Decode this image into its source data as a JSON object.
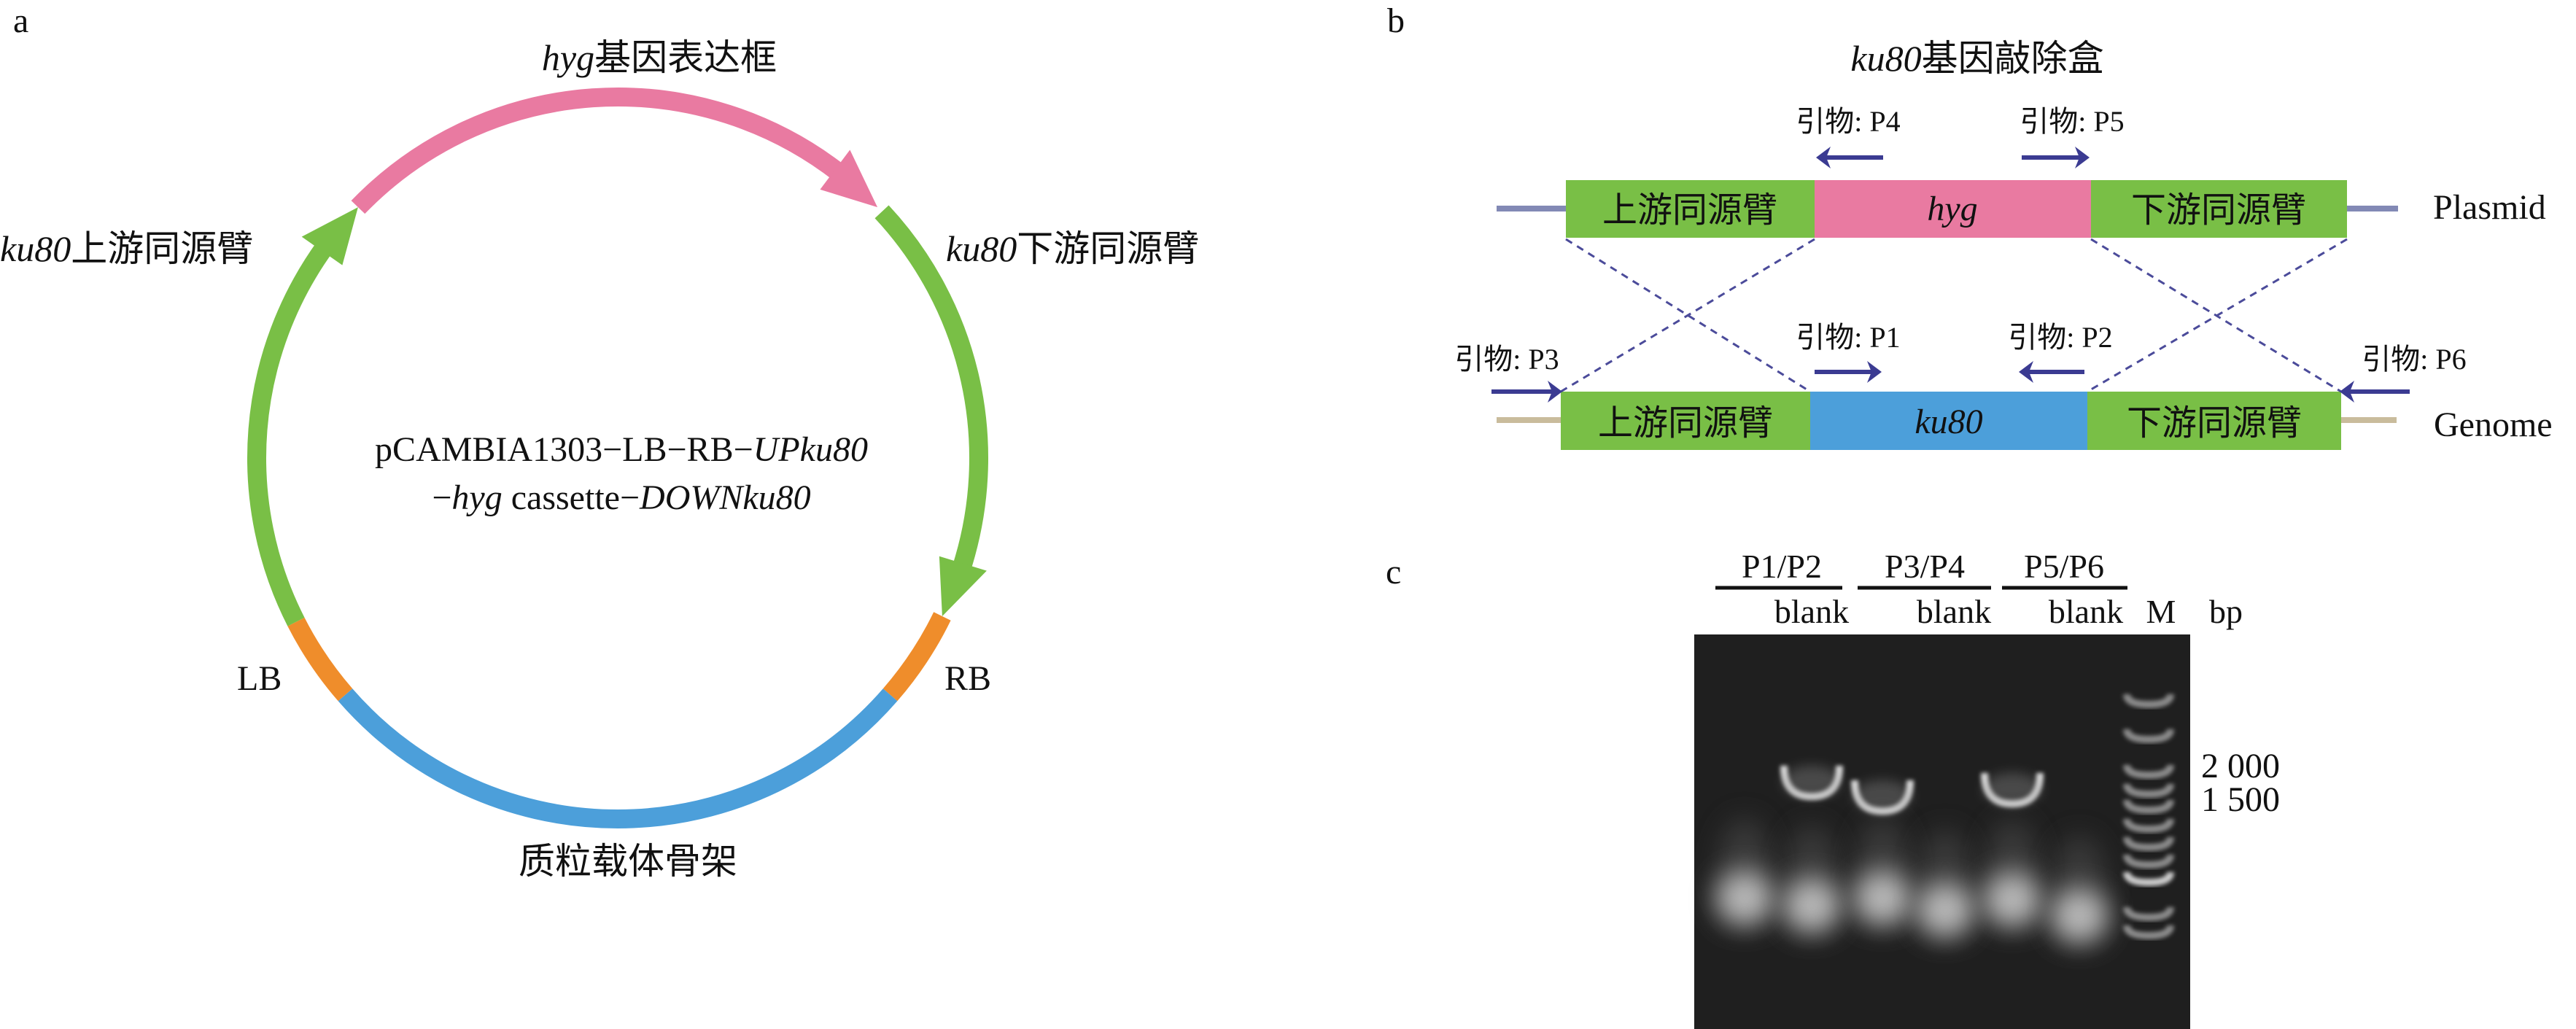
{
  "panel_a": {
    "label": "a",
    "cassette_label": {
      "italic": "hyg",
      "rest": "基因表达框"
    },
    "up_arm_label": {
      "italic": "ku80",
      "rest": "上游同源臂"
    },
    "down_arm_label": {
      "italic": "ku80",
      "rest": "下游同源臂"
    },
    "center_line1": {
      "plain": "pCAMBIA1303−LB−RB−",
      "italic": "UPku80"
    },
    "center_line2": {
      "dash": "−",
      "italic1": "hyg",
      "plain": " cassette−",
      "italic2": "DOWNku80"
    },
    "lb": "LB",
    "rb": "RB",
    "backbone_label": "质粒载体骨架"
  },
  "panel_b": {
    "label": "b",
    "title": {
      "italic": "ku80",
      "rest": "基因敲除盒"
    },
    "primers": {
      "p1": "引物: P1",
      "p2": "引物: P2",
      "p3": "引物: P3",
      "p4": "引物: P4",
      "p5": "引物: P5",
      "p6": "引物: P6"
    },
    "plasmid": {
      "up": "上游同源臂",
      "mid": "hyg",
      "down": "下游同源臂",
      "name": "Plasmid"
    },
    "genome": {
      "up": "上游同源臂",
      "mid": "ku80",
      "down": "下游同源臂",
      "name": "Genome"
    }
  },
  "panel_c": {
    "label": "c",
    "groups": [
      "P1/P2",
      "P3/P4",
      "P5/P6"
    ],
    "blank": [
      "blank",
      "blank",
      "blank"
    ],
    "marker": "M",
    "unit": "bp",
    "sizes": [
      "2 000",
      "1 500"
    ]
  },
  "colors": {
    "pink": "#e97aa1",
    "green": "#79bf46",
    "orange": "#ef8d2b",
    "blue": "#4c9fda",
    "primer_arrow": "#3b3b92",
    "plasmid_line": "#8289b5",
    "genome_line": "#c9bc9c"
  }
}
